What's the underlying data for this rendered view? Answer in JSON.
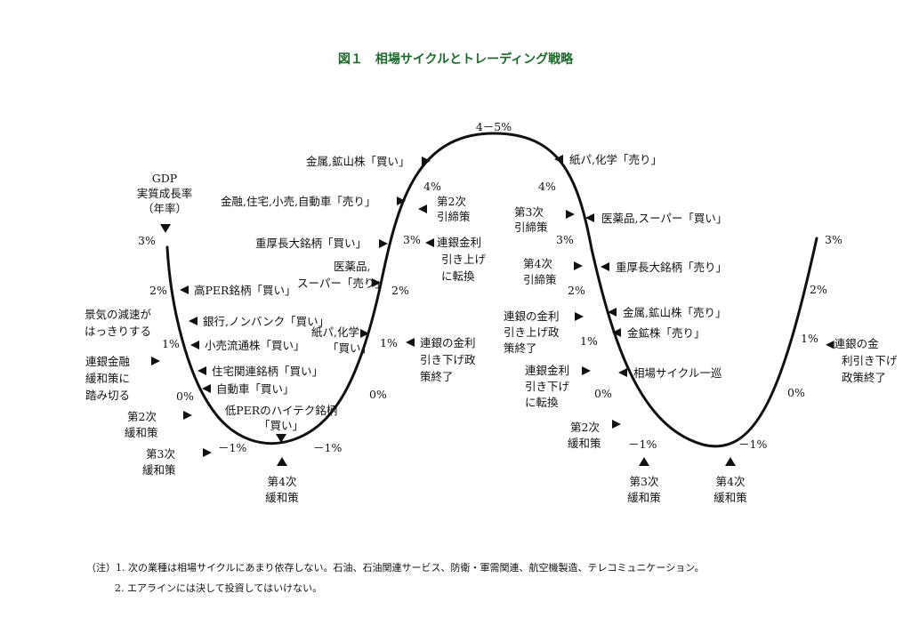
{
  "title": "図１　相場サイクルとトレーディング戦略",
  "gdp_label": [
    "GDP",
    "実質成長率",
    "（年率）"
  ],
  "peak": "4－5%",
  "percent": {
    "p4": "4%",
    "p3": "3%",
    "p2": "2%",
    "p1": "1%",
    "p0": "0%",
    "m1": "－1%"
  },
  "labels": {
    "l_kinzoku_buy": "金属,鉱山株「買い」",
    "l_kami_sell": "紙パ,化学「売り」",
    "l_finance_sell": "金融,住宅,小売,自動車「売り」",
    "l_iyaku_buy": "医薬品,スーパー「買い」",
    "l_juko_buy": "重厚長大銘柄「買い」",
    "l_juko_sell": "重厚長大銘柄「売り」",
    "l_iyaku_sell_1": "医薬品,",
    "l_iyaku_sell_2": "スーパー「売り」",
    "l_kinzoku_sell": "金属,鉱山株「売り」",
    "l_kinko_sell": "金鉱株「売り」",
    "l_kami_buy_1": "紙パ,化学",
    "l_kami_buy_2": "「買い」",
    "l_highper": "高PER銘柄「買い」",
    "l_bank": "銀行,ノンバンク「買い」",
    "l_retail": "小売流通株「買い」",
    "l_housing": "住宅関連銘柄「買い」",
    "l_auto": "自動車「買い」",
    "l_lowper_1": "低PERのハイテク銘柄",
    "l_lowper_2": "「買い」",
    "l_cycle": "相場サイクル一巡"
  },
  "policy": {
    "keiki_1": "景気の減速が",
    "keiki_2": "はっきりする",
    "kanwa_1a": "連銀金融",
    "kanwa_1b": "緩和策に",
    "kanwa_1c": "踏み切る",
    "kanwa2_a": "第2次",
    "kanwa2_b": "緩和策",
    "kanwa3_a": "第3次",
    "kanwa3_b": "緩和策",
    "kanwa4_a": "第4次",
    "kanwa4_b": "緩和策",
    "hikishime2_a": "第2次",
    "hikishime2_b": "引締策",
    "hikishime3_a": "第3次",
    "hikishime3_b": "引締策",
    "hikishime4_a": "第4次",
    "hikishime4_b": "引締策",
    "tenkan_up_a": "連銀金利",
    "tenkan_up_b": "引き上げ",
    "tenkan_up_c": "に転換",
    "sage_end_a": "連銀の金利",
    "sage_end_b": "引き下げ政",
    "sage_end_c": "策終了",
    "age_end_a": "連銀の金利",
    "age_end_b": "引き上げ政",
    "age_end_c": "策終了",
    "tenkan_down_a": "連銀金利",
    "tenkan_down_b": "引き下げ",
    "tenkan_down_c": "に転換",
    "kanwa2r_a": "第2次",
    "kanwa2r_b": "緩和策",
    "kanwa3r_a": "第3次",
    "kanwa3r_b": "緩和策",
    "kanwa4r_a": "第4次",
    "kanwa4r_b": "緩和策",
    "end_a": "◀連銀の金",
    "end_b": "利引き下げ",
    "end_c": "政策終了"
  },
  "notes": {
    "n1": "（注）1.  次の業種は相場サイクルにあまり依存しない。石油、石油関連サービス、防衛・軍需関連、航空機製造、テレコミュニケーション。",
    "n2": "2.  エアラインには決して投資してはいけない。"
  }
}
